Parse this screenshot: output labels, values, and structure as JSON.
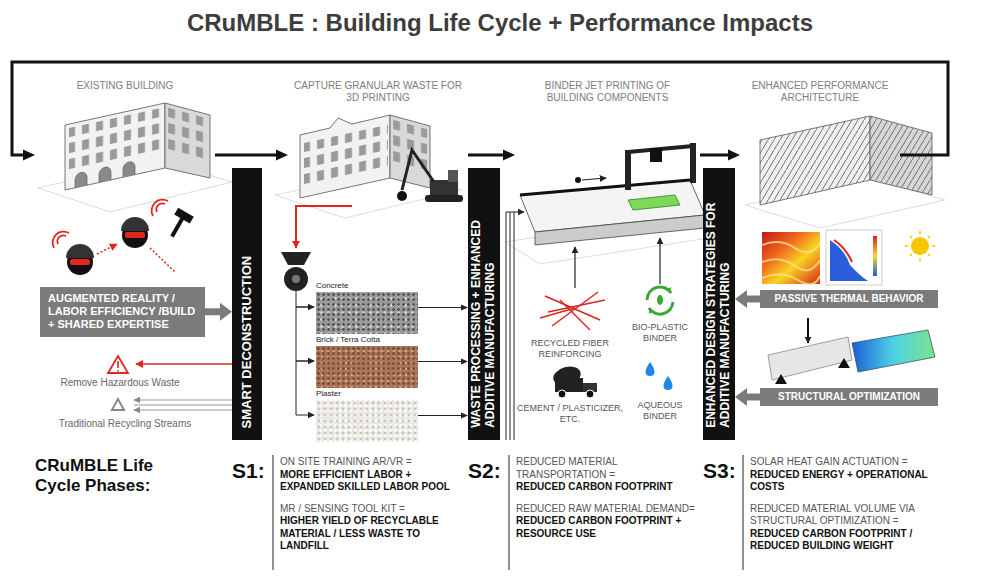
{
  "diagram": {
    "title": "CRuMBLE : Building Life Cycle + Performance Impacts",
    "nodes": [
      {
        "text": [
          "EXISTING BUILDING"
        ]
      },
      {
        "text": [
          "CAPTURE GRANULAR WASTE FOR 3D PRINTING"
        ]
      },
      {
        "text": [
          "BINDER JET PRINTING OF BUILDING COMPONENTS"
        ]
      },
      {
        "text": [
          "ENHANCED PERFORMANCE ARCHITECTURE"
        ]
      },
      {
        "text": [
          "SMART DECONSTRUCTION"
        ]
      },
      {
        "text": [
          "WASTE PROCESSING + ENHANCED ADDITIVE MANUFACTURING"
        ]
      },
      {
        "text": [
          "ENHANCED DESIGN STRATEGIES FOR ADDITIVE MANUFACTURING"
        ]
      },
      {
        "text": [
          "AUGMENTED REALITY / LABOR EFFICIENCY /BUILD + SHARED EXPERTISE"
        ]
      },
      {
        "text": [
          "Concrete"
        ]
      },
      {
        "text": [
          "Brick / Terra Cotta"
        ]
      },
      {
        "text": [
          "Plaster"
        ]
      },
      {
        "text": [
          "PASSIVE THERMAL BEHAVIOR"
        ]
      },
      {
        "text": [
          "STRUCTURAL OPTIMIZATION"
        ]
      }
    ],
    "edges": [
      {
        "from": 0,
        "to": 1,
        "arrow": "to"
      },
      {
        "from": 1,
        "to": 2,
        "arrow": "to"
      },
      {
        "from": 2,
        "to": 3,
        "arrow": "to"
      },
      {
        "from": 3,
        "to": 0,
        "arrow": "to"
      },
      {
        "from": 7,
        "to": 4,
        "arrow": "to"
      },
      {
        "from": 8,
        "to": 5,
        "arrow": "to"
      },
      {
        "from": 9,
        "to": 5,
        "arrow": "to"
      },
      {
        "from": 10,
        "to": 5,
        "arrow": "to"
      },
      {
        "from": 11,
        "to": 6,
        "arrow": "to"
      },
      {
        "from": 12,
        "to": 6,
        "arrow": "to"
      }
    ],
    "labels": [
      "Remove Hazardous Waste",
      "Traditional Recycling Streams",
      "RECYCLED FIBER REINFORCING",
      "CEMENT / PLASTICIZER, ETC.",
      "BIO-PLASTIC BINDER",
      "AQUEOUS BINDER",
      "CRuMBLE Life Cycle Phases:",
      "S1:",
      "ON SITE TRAINING AR/VR =",
      "MORE EFFICIENT LABOR + EXPANDED SKILLED LABOR POOL",
      "MR / SENSING TOOL KIT =",
      "HIGHER YIELD OF RECYCLABLE MATERIAL / LESS WASTE TO LANDFILL",
      "S2:",
      "REDUCED MATERIAL TRANSPORTATION =",
      "REDUCED CARBON FOOTPRINT",
      "REDUCED RAW MATERIAL DEMAND=",
      "REDUCED CARBON FOOTPRINT + RESOURCE USE",
      "S3:",
      "SOLAR HEAT GAIN ACTUATION =",
      "REDUCED ENERGY + OPERATIONAL COSTS",
      "REDUCED MATERIAL VOLUME VIA STRUCTURAL OPTIMIZATION =",
      "REDUCED CARBON FOOTPRINT / REDUCED BUILDING WEIGHT"
    ]
  }
}
